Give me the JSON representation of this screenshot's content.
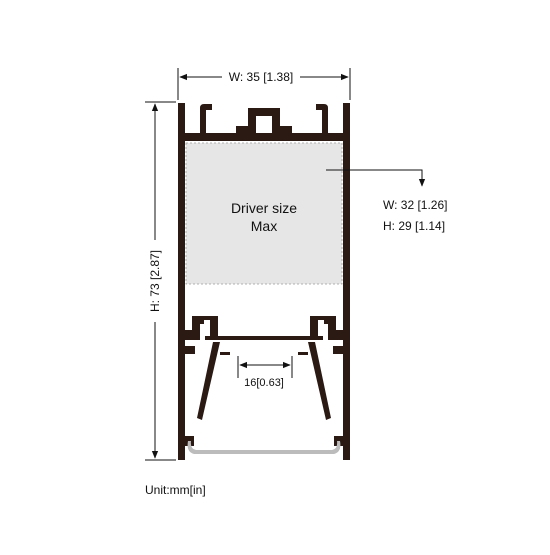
{
  "dimensions": {
    "width_label": "W: 35 [1.38]",
    "height_label": "H: 73 [2.87]",
    "inner_width_label": "16[0.63]"
  },
  "driver": {
    "label_line1": "Driver size",
    "label_line2": "Max",
    "size_width": "W: 32 [1.26]",
    "size_height": "H: 29 [1.14]"
  },
  "unit_label": "Unit:mm[in]",
  "colors": {
    "profile": "#2b1a14",
    "driver_fill": "#e6e6e6",
    "diffuser": "#bcbcbc",
    "dim_line": "#111111"
  }
}
